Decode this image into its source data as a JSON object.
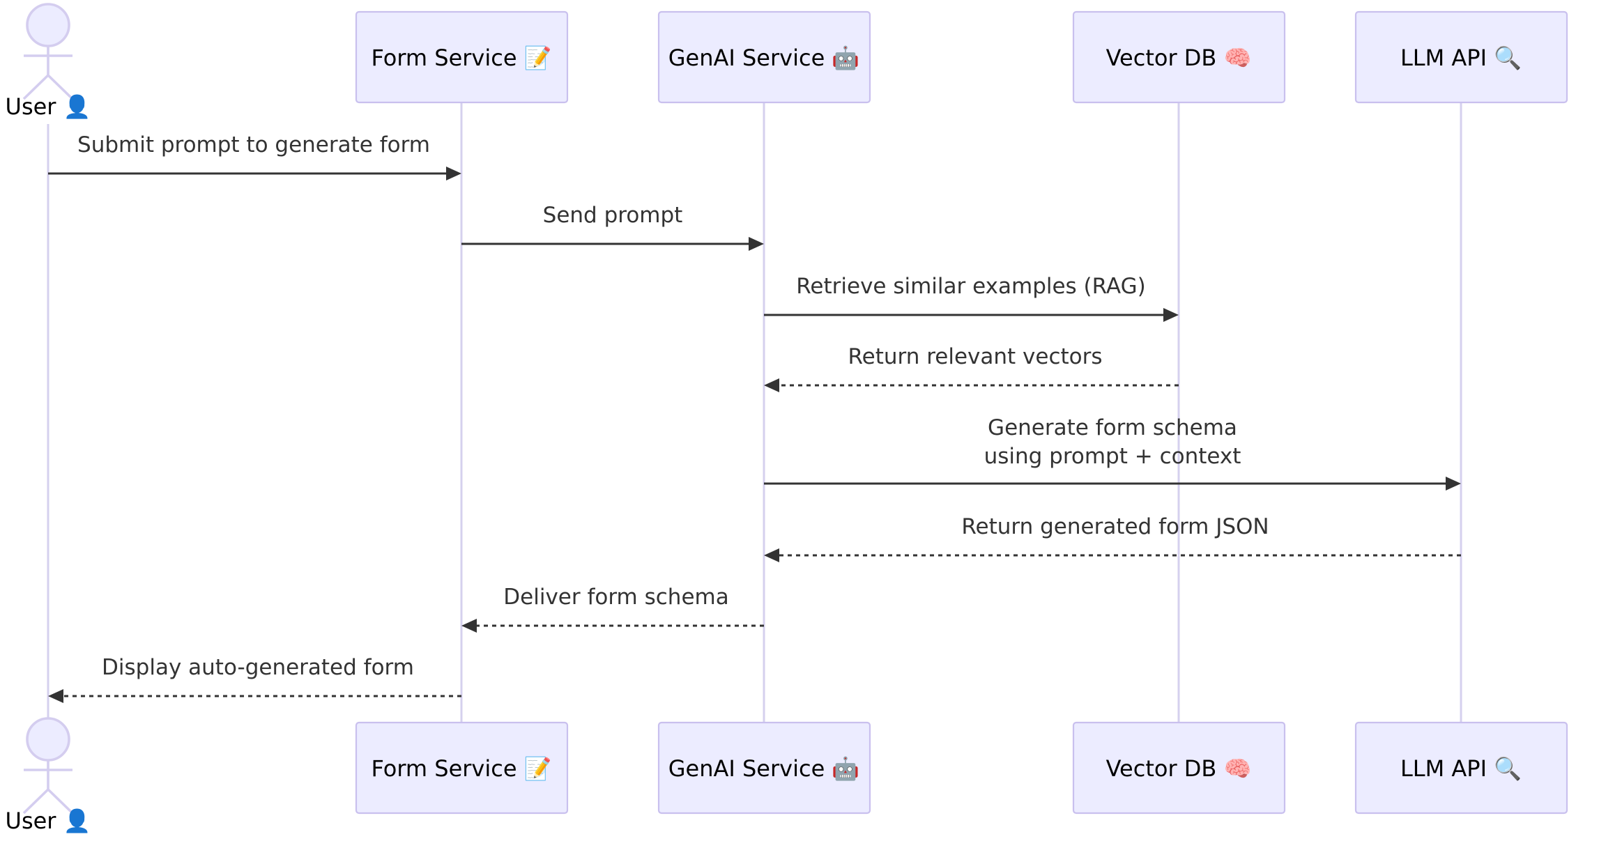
{
  "participants": [
    {
      "id": "user",
      "label": "User 👤",
      "kind": "actor"
    },
    {
      "id": "form",
      "label": "Form Service 📝",
      "kind": "box"
    },
    {
      "id": "genai",
      "label": "GenAI Service 🤖",
      "kind": "box"
    },
    {
      "id": "vector",
      "label": "Vector DB 🧠",
      "kind": "box"
    },
    {
      "id": "llm",
      "label": "LLM API 🔍",
      "kind": "box"
    }
  ],
  "messages": [
    {
      "from": "user",
      "to": "form",
      "lines": [
        "Submit prompt to generate form"
      ],
      "style": "solid"
    },
    {
      "from": "form",
      "to": "genai",
      "lines": [
        "Send prompt"
      ],
      "style": "solid"
    },
    {
      "from": "genai",
      "to": "vector",
      "lines": [
        "Retrieve similar examples (RAG)"
      ],
      "style": "solid"
    },
    {
      "from": "vector",
      "to": "genai",
      "lines": [
        "Return relevant vectors"
      ],
      "style": "dashed"
    },
    {
      "from": "genai",
      "to": "llm",
      "lines": [
        "Generate form schema",
        "using prompt + context"
      ],
      "style": "solid"
    },
    {
      "from": "llm",
      "to": "genai",
      "lines": [
        "Return generated form JSON"
      ],
      "style": "dashed"
    },
    {
      "from": "genai",
      "to": "form",
      "lines": [
        "Deliver form schema"
      ],
      "style": "dashed"
    },
    {
      "from": "form",
      "to": "user",
      "lines": [
        "Display auto-generated form"
      ],
      "style": "dashed"
    }
  ],
  "colors": {
    "box_fill": "#ECECFF",
    "box_stroke": "#C9C0EE",
    "lifeline": "#D5D0EE",
    "message": "#333333"
  }
}
